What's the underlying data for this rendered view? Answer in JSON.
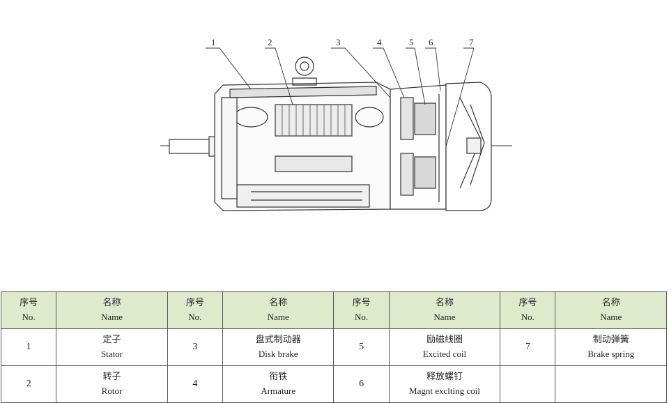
{
  "callouts": [
    "1",
    "2",
    "3",
    "4",
    "5",
    "6",
    "7"
  ],
  "table": {
    "header": {
      "no_cn": "序号",
      "no_en": "No.",
      "name_cn": "名称",
      "name_en": "Name"
    },
    "rows": [
      [
        {
          "no": "1",
          "cn": "定子",
          "en": "Stator"
        },
        {
          "no": "3",
          "cn": "盘式制动器",
          "en": "Disk brake"
        },
        {
          "no": "5",
          "cn": "励磁线圈",
          "en": "Excited coil"
        },
        {
          "no": "7",
          "cn": "制动弹簧",
          "en": "Brake spring"
        }
      ],
      [
        {
          "no": "2",
          "cn": "转子",
          "en": "Rotor"
        },
        {
          "no": "4",
          "cn": "衔铁",
          "en": "Armature"
        },
        {
          "no": "6",
          "cn": "释放螺钉",
          "en": "Magnt exclting coil"
        },
        {
          "no": "",
          "cn": "",
          "en": ""
        }
      ]
    ]
  }
}
